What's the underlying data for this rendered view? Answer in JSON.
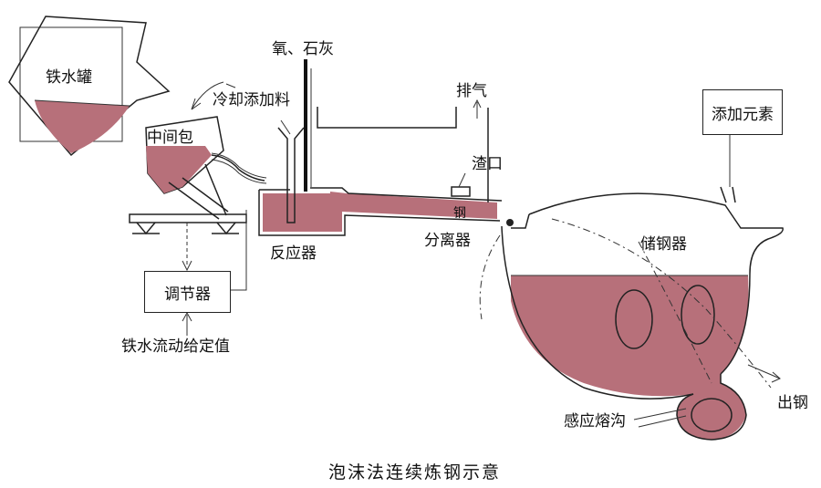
{
  "labels": {
    "iron_ladle": "铁水罐",
    "tundish": "中间包",
    "cooling_additive": "冷却添加料",
    "oxygen_lime": "氧、石灰",
    "exhaust": "排气",
    "slag_port": "渣口",
    "steel": "钢",
    "reactor": "反应器",
    "separator": "分离器",
    "storage": "储钢器",
    "add_elements": "添加元素",
    "regulator": "调节器",
    "flow_setpoint": "铁水流动给定值",
    "induction_channel": "感应熔沟",
    "tap_steel": "出钢"
  },
  "caption": "泡沫法连续炼钢示意",
  "colors": {
    "molten_metal": "#b7707a",
    "outline": "#222222"
  }
}
